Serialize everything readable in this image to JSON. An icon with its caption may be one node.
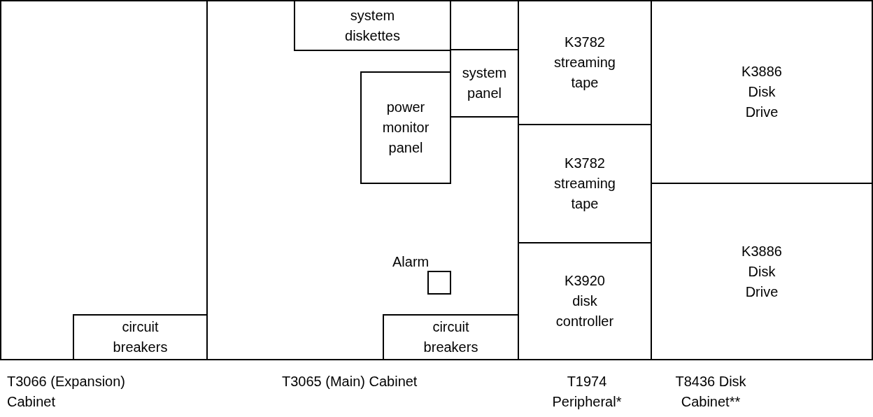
{
  "diagram": {
    "nodes": [
      {
        "text": [
          "T3066 (Expansion) Cabinet"
        ]
      },
      {
        "text": [
          "circuit breakers"
        ],
        "in": 0
      },
      {
        "text": [
          "T3065 (Main) Cabinet"
        ]
      },
      {
        "text": [
          "system diskettes"
        ],
        "in": 2
      },
      {
        "text": [
          "system panel"
        ],
        "in": 2
      },
      {
        "text": [
          "power monitor panel"
        ],
        "in": 2
      },
      {
        "text": [
          "Alarm"
        ],
        "in": 2
      },
      {
        "text": [
          "circuit breakers"
        ],
        "in": 2
      },
      {
        "text": [
          "T1974 Peripheral*"
        ]
      },
      {
        "text": [
          "K3782 streaming tape"
        ],
        "in": 8
      },
      {
        "text": [
          "K3782 streaming tape"
        ],
        "in": 8
      },
      {
        "text": [
          "K3920 disk controller"
        ],
        "in": 8
      },
      {
        "text": [
          "T8436 Disk Cabinet**"
        ]
      },
      {
        "text": [
          "K3886 Disk Drive"
        ],
        "in": 12
      },
      {
        "text": [
          "K3886 Disk Drive"
        ],
        "in": 12
      }
    ]
  }
}
